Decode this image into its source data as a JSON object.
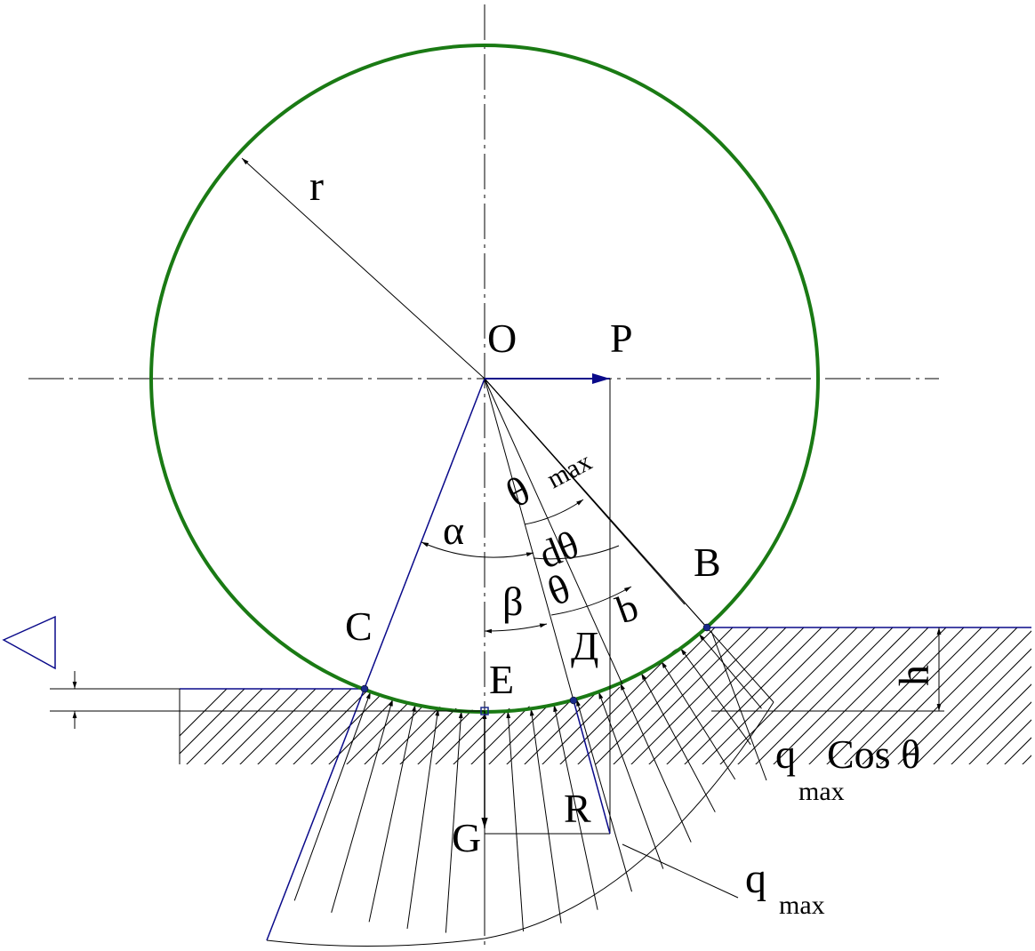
{
  "diagram": {
    "labels": {
      "O": "O",
      "P": "P",
      "r": "r",
      "theta_max_theta": "θ",
      "theta_max_sub": "max",
      "alpha": "α",
      "d_theta": "dθ",
      "beta": "β",
      "theta": "θ",
      "b": "b",
      "B": "B",
      "C": "C",
      "D_cyr": "Д",
      "E": "E",
      "h": "h",
      "R": "R",
      "G": "G",
      "q_cos_q": "q",
      "q_cos_cos": "Cos θ",
      "q_cos_sub": "max",
      "qmax_q": "q",
      "qmax_sub": "max"
    },
    "colors": {
      "circle": "#1a7a14",
      "vector": "#0a0a8a",
      "line": "#000000",
      "point": "#1a2a8a"
    }
  }
}
